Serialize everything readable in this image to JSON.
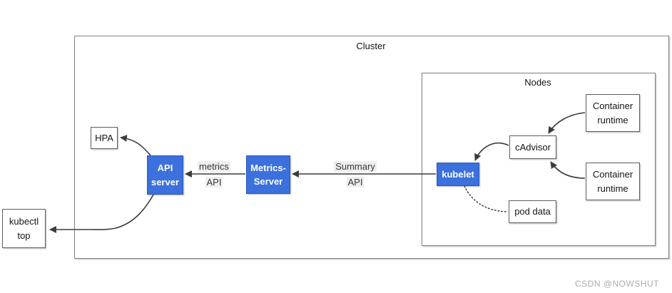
{
  "diagram": {
    "cluster_label": "Cluster",
    "nodes_label": "Nodes",
    "watermark": "CSDN @NOWSHUT",
    "colors": {
      "accent_blue": "#3b70dd",
      "accent_blue_border": "#2a57bd",
      "arrow": "#3c3c3c",
      "label_bg": "#eeeeee",
      "frame_border": "#7e7e7e",
      "node_border": "#5c5c5c"
    },
    "boxes": {
      "hpa": {
        "label": "HPA"
      },
      "api_server": {
        "line1": "API",
        "line2": "server"
      },
      "metrics_server": {
        "line1": "Metrics-",
        "line2": "Server"
      },
      "kubelet": {
        "label": "kubelet"
      },
      "cadvisor": {
        "label": "cAdvisor"
      },
      "container_runtime_top": {
        "line1": "Container",
        "line2": "runtime"
      },
      "container_runtime_bottom": {
        "line1": "Container",
        "line2": "runtime"
      },
      "pod_data": {
        "label": "pod data"
      },
      "kubectl_top": {
        "line1": "kubectl",
        "line2": "top"
      }
    },
    "edge_labels": {
      "metrics_api": {
        "line1": "metrics",
        "line2": "API"
      },
      "summary_api": {
        "line1": "Summary",
        "line2": "API"
      }
    }
  }
}
